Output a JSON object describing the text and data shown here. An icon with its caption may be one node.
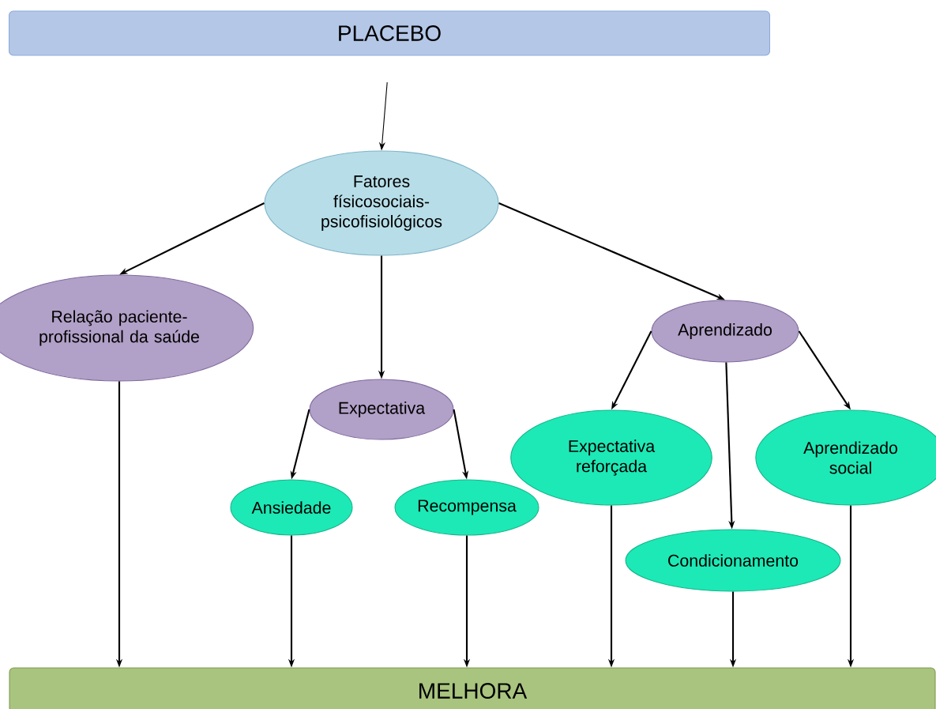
{
  "diagram": {
    "nodes": [
      {
        "text": [
          "PLACEBO"
        ]
      },
      {
        "text": [
          "Fatores físicosociais-psicofisiológicos"
        ]
      },
      {
        "text": [
          "Relação paciente-profissional da saúde"
        ]
      },
      {
        "text": [
          "Expectativa"
        ]
      },
      {
        "text": [
          "Aprendizado"
        ]
      },
      {
        "text": [
          "Ansiedade"
        ]
      },
      {
        "text": [
          "Recompensa"
        ]
      },
      {
        "text": [
          "Expectativa reforçada"
        ]
      },
      {
        "text": [
          "Aprendizado social"
        ]
      },
      {
        "text": [
          "Condicionamento"
        ]
      },
      {
        "text": [
          "MELHORA"
        ]
      }
    ],
    "edges": [
      {
        "from": 0,
        "to": 1,
        "arrow": "to"
      },
      {
        "from": 1,
        "to": 2,
        "arrow": "to"
      },
      {
        "from": 1,
        "to": 3,
        "arrow": "to"
      },
      {
        "from": 1,
        "to": 4,
        "arrow": "to"
      },
      {
        "from": 3,
        "to": 5,
        "arrow": "to"
      },
      {
        "from": 3,
        "to": 6,
        "arrow": "to"
      },
      {
        "from": 4,
        "to": 7,
        "arrow": "to"
      },
      {
        "from": 4,
        "to": 9,
        "arrow": "to"
      },
      {
        "from": 4,
        "to": 8,
        "arrow": "to"
      },
      {
        "from": 2,
        "to": 10,
        "arrow": "to"
      },
      {
        "from": 5,
        "to": 10,
        "arrow": "to"
      },
      {
        "from": 6,
        "to": 10,
        "arrow": "to"
      },
      {
        "from": 7,
        "to": 10,
        "arrow": "to"
      },
      {
        "from": 9,
        "to": 10,
        "arrow": "to"
      },
      {
        "from": 8,
        "to": 10,
        "arrow": "to"
      }
    ]
  }
}
